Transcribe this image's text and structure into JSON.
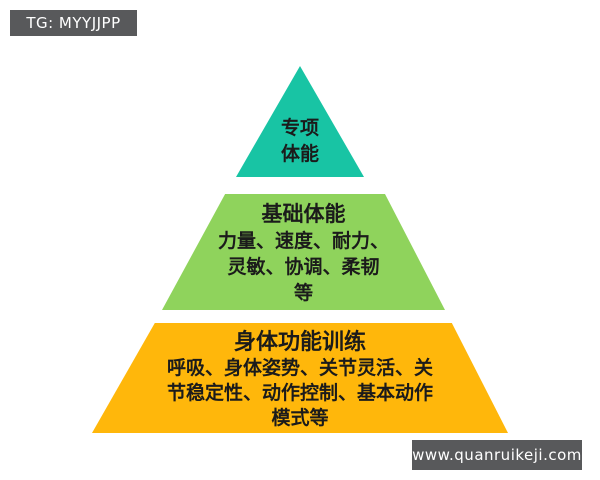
{
  "watermarks": {
    "tag": "TG: MYYJJPP",
    "url": "www.quanruikeji.com",
    "badge_bg": "#58595B",
    "badge_text_color": "#FFFFFF"
  },
  "pyramid": {
    "text_color": "#1B1B1B",
    "background": "#FFFFFF",
    "tiers": [
      {
        "id": "specialized-fitness",
        "color": "#18C4A4",
        "lines": [
          "专项",
          "体能"
        ]
      },
      {
        "id": "basic-fitness",
        "color": "#8FD35C",
        "title": "基础体能",
        "lines": [
          "力量、速度、耐力、",
          "灵敏、协调、柔韧",
          "等"
        ]
      },
      {
        "id": "functional-training",
        "color": "#FFB70B",
        "title": "身体功能训练",
        "lines": [
          "呼吸、身体姿势、关节灵活、关",
          "节稳定性、动作控制、基本动作",
          "模式等"
        ]
      }
    ]
  }
}
